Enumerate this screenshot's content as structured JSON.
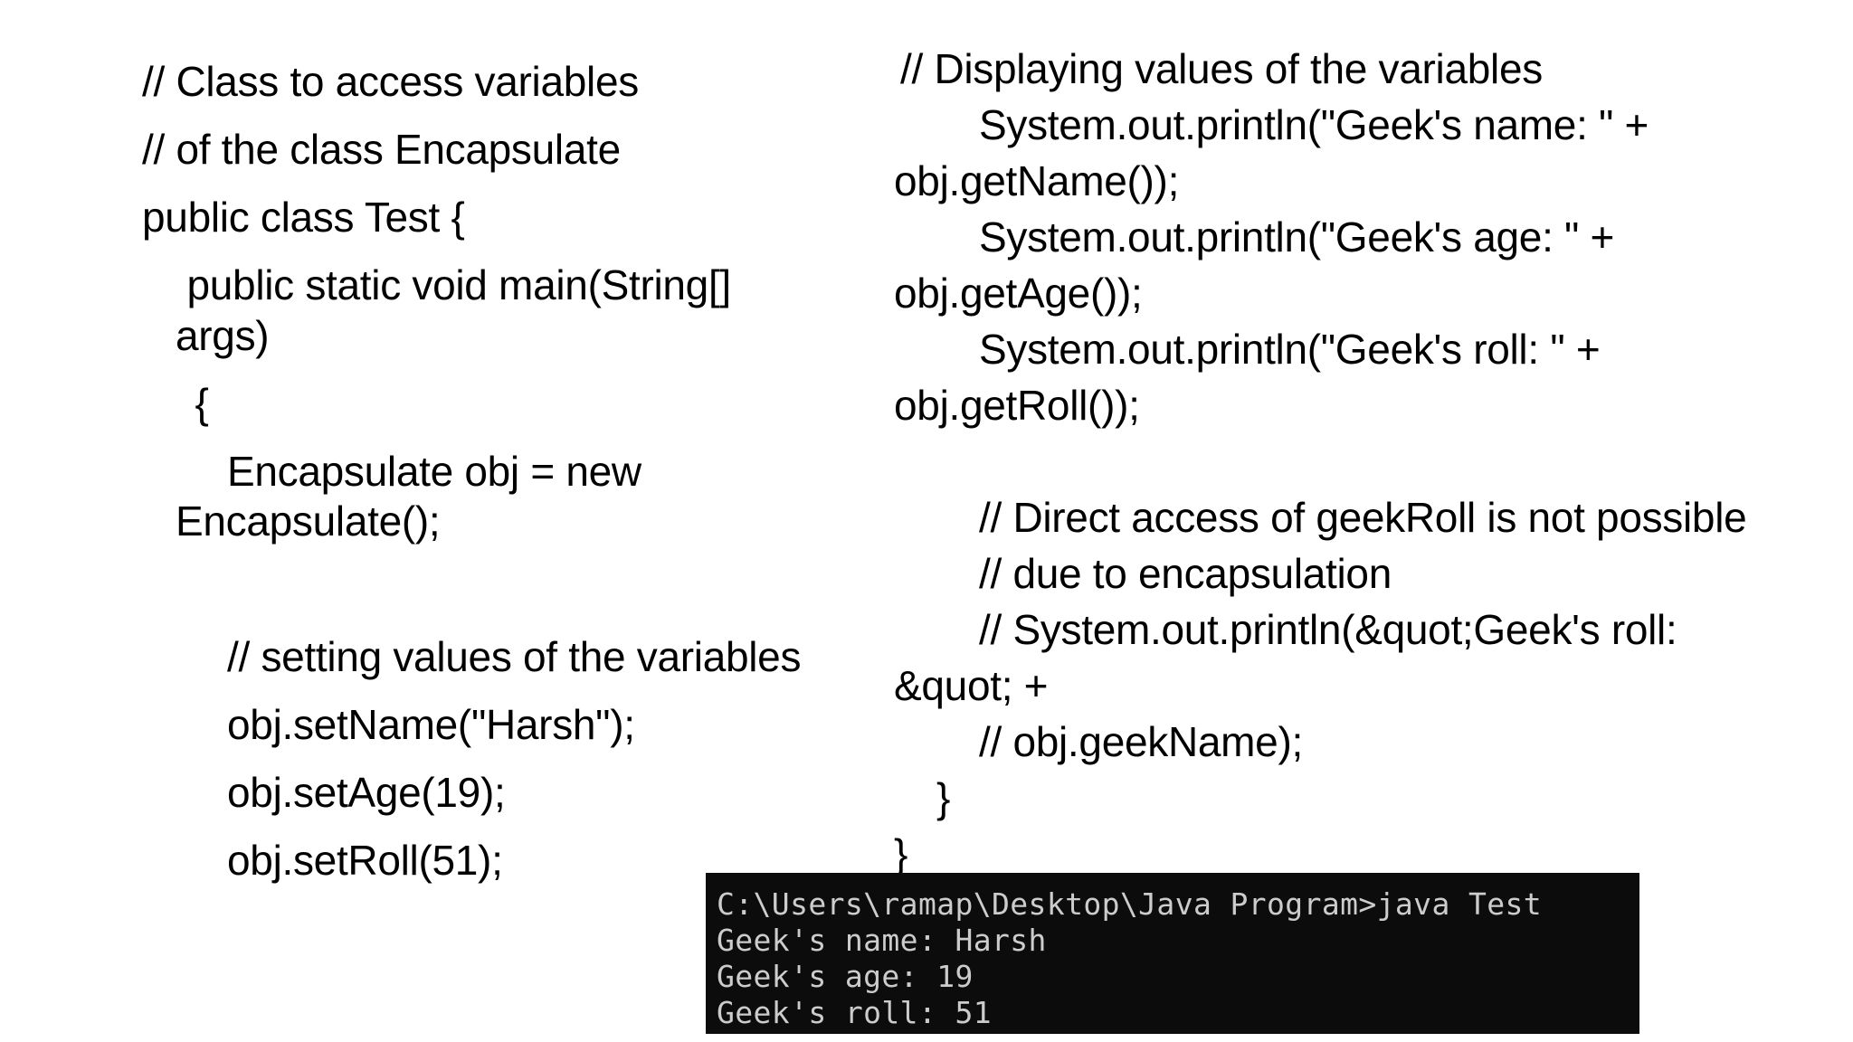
{
  "left_column": {
    "lines": [
      "// Class to access variables",
      "// of the class Encapsulate",
      "public class Test {",
      " public static void main(String[]",
      "args)",
      " {",
      "Encapsulate obj = new",
      "Encapsulate();",
      "// setting values of the variables",
      "obj.setName(\"Harsh\");",
      "obj.setAge(19);",
      "obj.setRoll(51);"
    ]
  },
  "right_column": {
    "lines": [
      "// Displaying values of the variables",
      "System.out.println(\"Geek's name: \" +",
      "obj.getName());",
      "System.out.println(\"Geek's age: \" +",
      "obj.getAge());",
      "System.out.println(\"Geek's roll: \" +",
      "obj.getRoll());",
      "// Direct access of geekRoll is not possible",
      "// due to encapsulation",
      "// System.out.println(&quot;Geek's roll:",
      "&quot; +",
      "// obj.geekName);",
      "}",
      "}"
    ]
  },
  "terminal": {
    "lines": [
      "C:\\Users\\ramap\\Desktop\\Java Program>java Test",
      "Geek's name: Harsh",
      "Geek's age: 19",
      "Geek's roll: 51"
    ]
  }
}
